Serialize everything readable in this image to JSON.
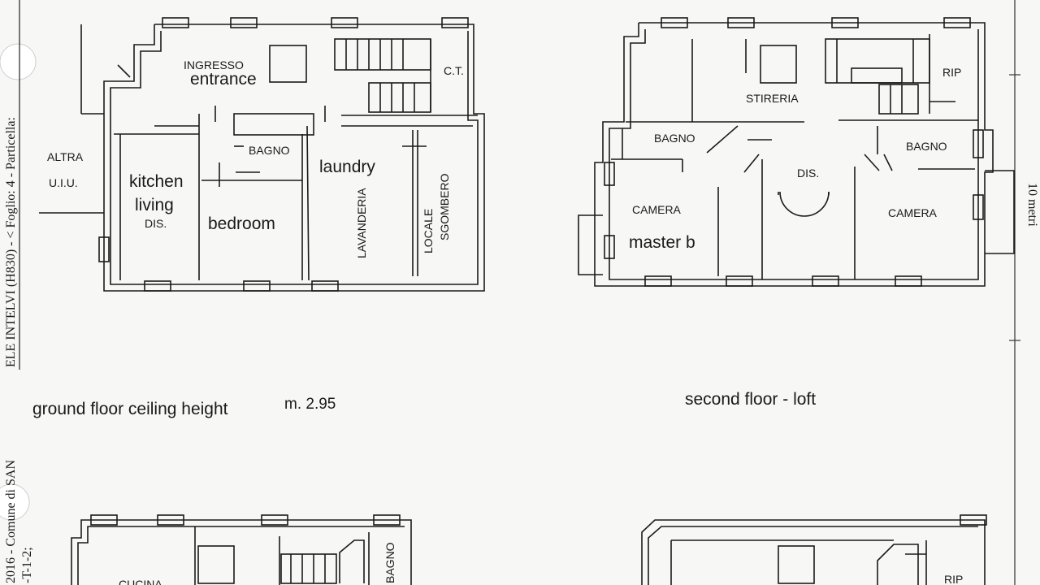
{
  "sheet": {
    "left_margin_top": "ELE INTELVI (H830) - < Foglio: 4 - Particella:",
    "left_margin_bottom": "2016 - Comune di SAN",
    "left_margin_code": "-T-1-2;",
    "scale_label": "10 metri"
  },
  "ground_floor": {
    "labels": {
      "ingresso": "INGRESSO",
      "entrance": "entrance",
      "ct": "C.T.",
      "altra": "ALTRA",
      "uiu": "U.I.U.",
      "bagno": "BAGNO",
      "laundry": "laundry",
      "lavanderia": "LAVANDERIA",
      "locale": "LOCALE",
      "sgombero": "SGOMBERO",
      "kitchen": "kitchen",
      "living": "living",
      "dis": "DIS.",
      "bedroom": "bedroom"
    },
    "caption": "ground floor ceiling height",
    "height": "m. 2.95"
  },
  "second_floor": {
    "labels": {
      "stireria": "STIRERIA",
      "rip": "RIP",
      "bagno_left": "BAGNO",
      "bagno_right": "BAGNO",
      "dis": "DIS.",
      "camera_left": "CAMERA",
      "camera_right": "CAMERA",
      "master": "master b"
    },
    "caption": "second floor - loft"
  },
  "lower_left": {
    "labels": {
      "cucina": "CUCINA",
      "bagno": "BAGNO"
    }
  },
  "lower_right": {
    "labels": {
      "rip": "RIP"
    }
  }
}
